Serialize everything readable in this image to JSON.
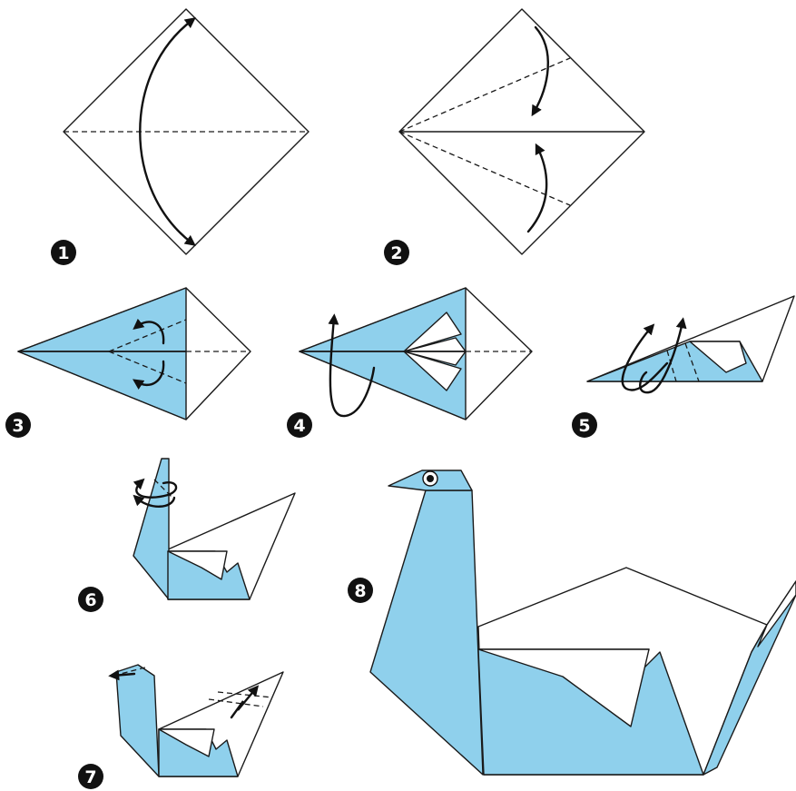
{
  "colors": {
    "paper_blue": "#8fd0ec",
    "ink": "#111111",
    "paper_white": "#ffffff"
  },
  "steps": [
    {
      "number": "1"
    },
    {
      "number": "2"
    },
    {
      "number": "3"
    },
    {
      "number": "4"
    },
    {
      "number": "5"
    },
    {
      "number": "6"
    },
    {
      "number": "7"
    },
    {
      "number": "8"
    }
  ]
}
